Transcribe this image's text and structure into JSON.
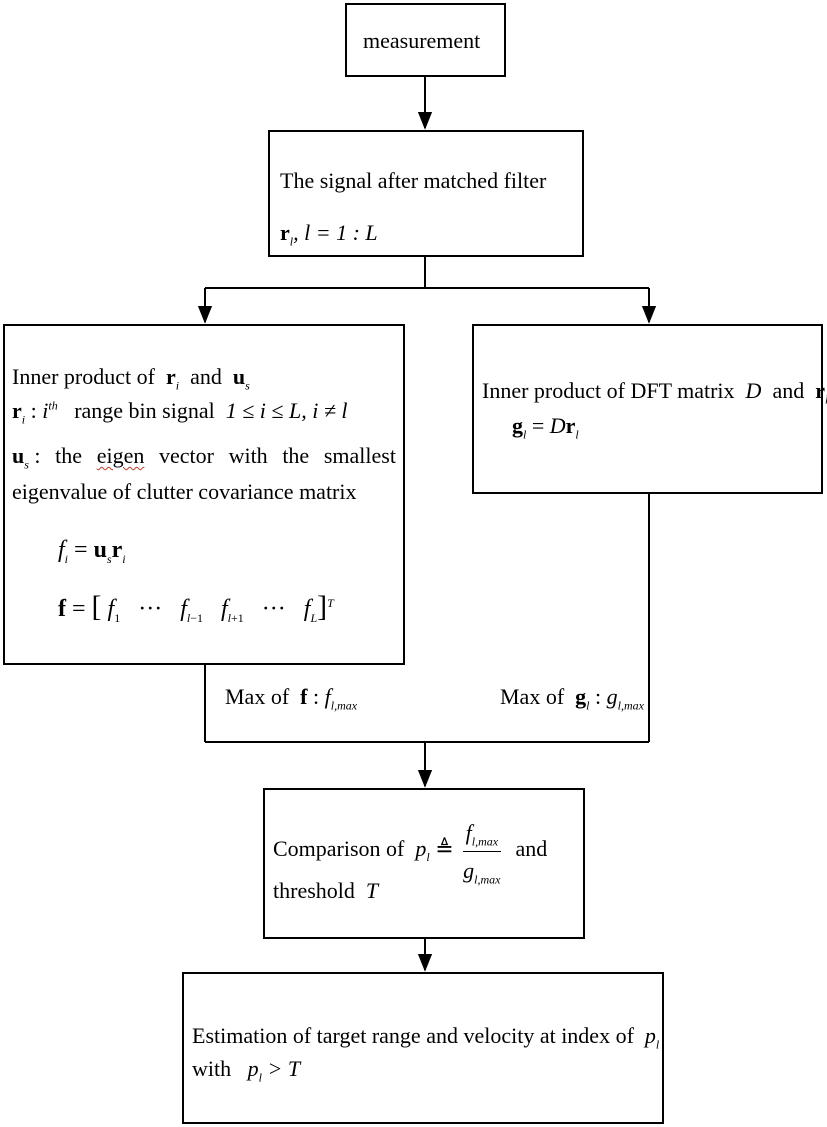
{
  "measurement": "measurement",
  "matched_filter": {
    "line1": "The signal after matched filter",
    "line2_var": "r",
    "line2_sub": "l",
    "line2_rest": ", l = 1 : L"
  },
  "left_box": {
    "line1_a": "Inner product of",
    "line1_and": "and",
    "line2_desc": "range bin signal",
    "line2_cond": "1 ≤ i ≤ L, i ≠ l",
    "line3_words": [
      "the",
      "eigen",
      "vector",
      "with",
      "the",
      "smallest"
    ],
    "line4": "eigenvalue of clutter covariance matrix",
    "eq_f": "f",
    "eq_vec_dots": "···"
  },
  "right_box": {
    "line1_a": "Inner product of DFT matrix",
    "line1_D": "D",
    "line1_and": "and"
  },
  "max_f": {
    "label": "Max of",
    "sub": "l,max"
  },
  "max_g": {
    "label": "Max of",
    "sub": "l,max"
  },
  "comparison": {
    "text_a": "Comparison of",
    "text_and": "and",
    "text_threshold": "threshold",
    "T": "T",
    "eqdef": "≜",
    "sub_max": "l,max"
  },
  "estimation": {
    "line1": "Estimation of target range and velocity at index of",
    "line2": "with",
    "cond": "> T"
  }
}
